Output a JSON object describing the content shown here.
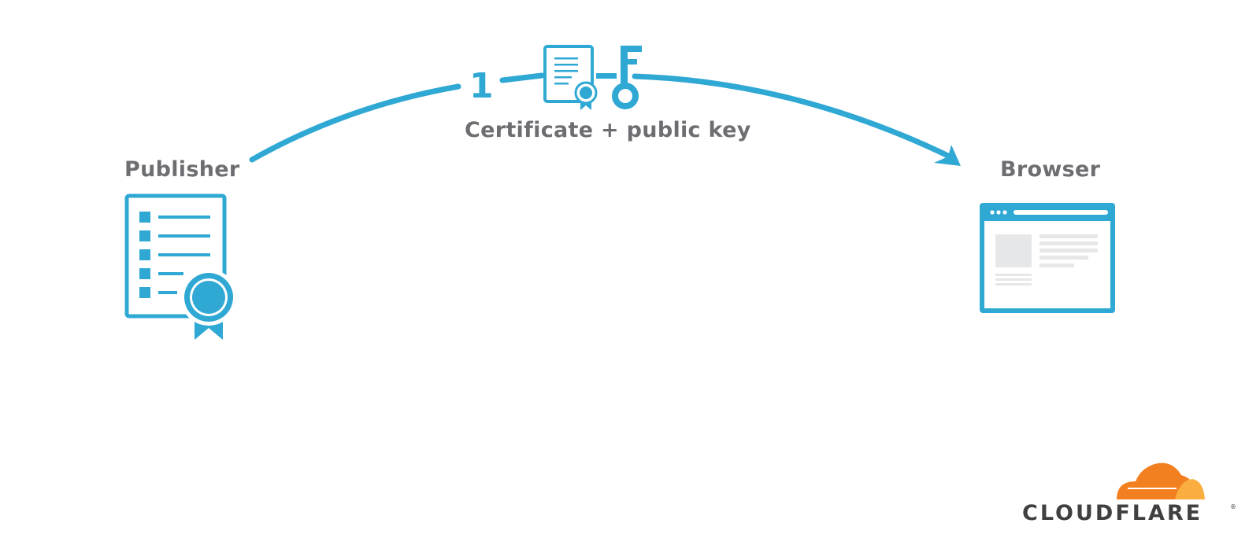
{
  "labels": {
    "publisher": "Publisher",
    "browser": "Browser",
    "step": "1",
    "payload": "Certificate + public key"
  },
  "logo": {
    "wordmark": "CLOUDFLARE",
    "trademark": "®"
  },
  "colors": {
    "accent": "#2fa8d4",
    "label_text": "#6d6e71",
    "placeholder_gray": "#e6e7e8",
    "logo_orange": "#f38020",
    "logo_light_orange": "#faae40",
    "logo_text": "#404041"
  },
  "icons": {
    "publisher": "document-with-ribbon-icon",
    "browser": "browser-window-icon",
    "certificate": "certificate-icon",
    "key": "key-icon",
    "logo": "cloud-logo-icon"
  }
}
